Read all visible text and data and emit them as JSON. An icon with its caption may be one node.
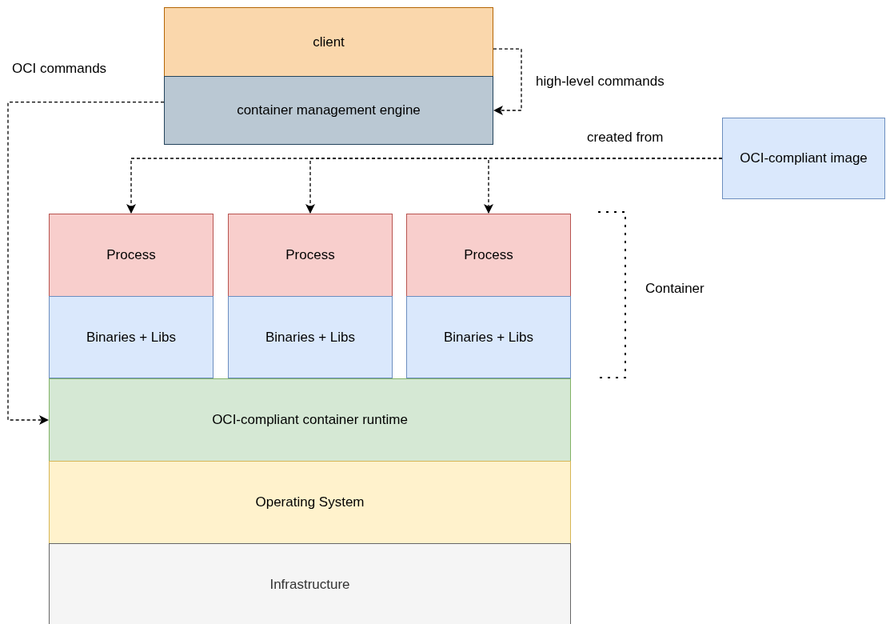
{
  "diagram": {
    "nodes": [
      {
        "text": [
          "client"
        ]
      },
      {
        "text": [
          "container management engine"
        ]
      },
      {
        "text": [
          "OCI-compliant image"
        ]
      },
      {
        "text": [
          "Process"
        ]
      },
      {
        "text": [
          "Binaries + Libs"
        ]
      },
      {
        "text": [
          "Process"
        ]
      },
      {
        "text": [
          "Binaries + Libs"
        ]
      },
      {
        "text": [
          "Process"
        ]
      },
      {
        "text": [
          "Binaries + Libs"
        ]
      },
      {
        "text": [
          "OCI-compliant container runtime"
        ]
      },
      {
        "text": [
          "Operating System"
        ]
      },
      {
        "text": [
          "Infrastructure"
        ]
      }
    ],
    "edges": [
      {
        "from": 0,
        "to": 1,
        "arrow": "to",
        "label": "high-level commands",
        "style": "dashed"
      },
      {
        "from": 1,
        "to": 9,
        "arrow": "to",
        "label": "OCI commands",
        "style": "dashed"
      },
      {
        "from": 2,
        "to": 3,
        "arrow": "to",
        "label": "created from",
        "style": "dashed"
      },
      {
        "from": 2,
        "to": 5,
        "arrow": "to",
        "style": "dashed"
      },
      {
        "from": 2,
        "to": 7,
        "arrow": "to",
        "style": "dashed"
      }
    ],
    "labels": [
      "Container"
    ]
  }
}
